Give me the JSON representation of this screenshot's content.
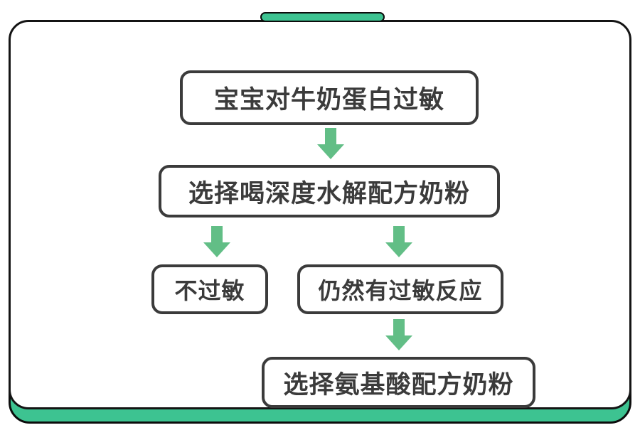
{
  "figure": {
    "type": "flowchart",
    "title_tab": "",
    "colors": {
      "frame_border": "#141414",
      "backing_green": "#3DC391",
      "tab_green": "#3DC391",
      "arrow_green": "#62BE86",
      "node_border": "#3B3B3B",
      "node_text": "#3B3B3B",
      "node_fill": "#FFFFFF",
      "page_background": "#FFFFFF"
    }
  },
  "nodes": [
    {
      "id": "n1",
      "label": "宝宝对牛奶蛋白过敏"
    },
    {
      "id": "n2",
      "label": "选择喝深度水解配方奶粉"
    },
    {
      "id": "n3",
      "label": "不过敏"
    },
    {
      "id": "n4",
      "label": "仍然有过敏反应"
    },
    {
      "id": "n5",
      "label": "选择氨基酸配方奶粉"
    }
  ],
  "arrows": [
    {
      "id": "a1",
      "from": "n1",
      "to": "n2",
      "direction": "down"
    },
    {
      "id": "a2",
      "from": "n2",
      "to": "n3",
      "direction": "down"
    },
    {
      "id": "a3",
      "from": "n2",
      "to": "n4",
      "direction": "down"
    },
    {
      "id": "a4",
      "from": "n4",
      "to": "n5",
      "direction": "down"
    }
  ]
}
